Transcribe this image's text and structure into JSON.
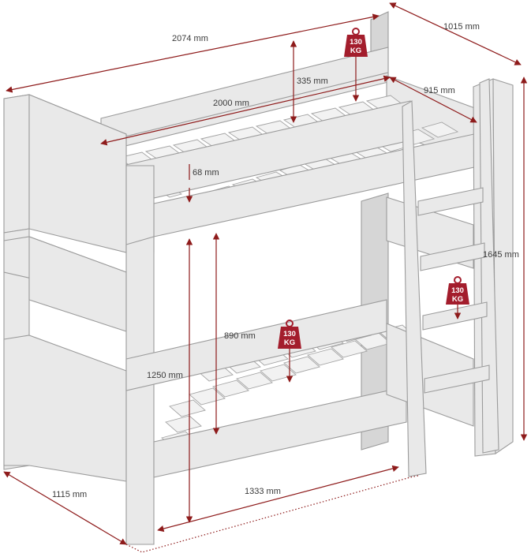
{
  "dimensions": {
    "total_length": "2074 mm",
    "total_width": "1015 mm",
    "guard_height": "335 mm",
    "mattress_width": "915 mm",
    "mattress_length": "2000 mm",
    "slat_depth": "68 mm",
    "total_height": "1645 mm",
    "lower_clearance": "890 mm",
    "upper_deck_height": "1250 mm",
    "ladder_offset": "1115 mm",
    "lower_length": "1333 mm"
  },
  "weight_badges": [
    {
      "line1": "130",
      "line2": "KG"
    },
    {
      "line1": "130",
      "line2": "KG"
    },
    {
      "line1": "130",
      "line2": "KG"
    }
  ],
  "colors": {
    "dimension": "#8e1b1b",
    "badge": "#a31d2c",
    "frame": "#e9e9e9"
  }
}
